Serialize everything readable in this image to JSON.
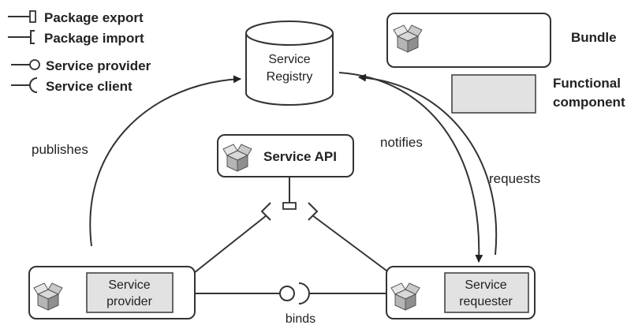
{
  "legend": {
    "package_export": "Package export",
    "package_import": "Package import",
    "service_provider": "Service provider",
    "service_client": "Service client",
    "bundle": "Bundle",
    "functional_component_line1": "Functional",
    "functional_component_line2": "component"
  },
  "registry": {
    "line1": "Service",
    "line2": "Registry"
  },
  "service_api": {
    "label": "Service API"
  },
  "provider": {
    "line1": "Service",
    "line2": "provider"
  },
  "requester": {
    "line1": "Service",
    "line2": "requester"
  },
  "edges": {
    "publishes": "publishes",
    "notifies": "notifies",
    "requests": "requests",
    "binds": "binds"
  }
}
